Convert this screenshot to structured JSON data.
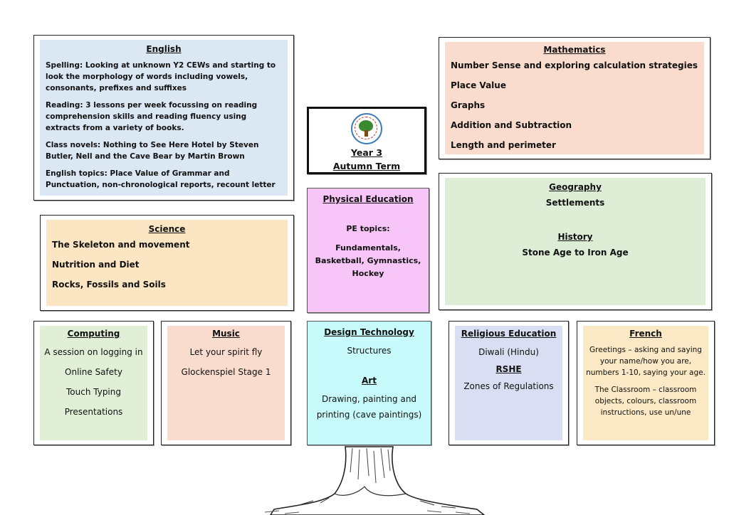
{
  "english": {
    "title": "English",
    "spelling": "Spelling: Looking at unknown Y2 CEWs and starting to look the morphology of words including vowels, consonants, prefixes and suffixes",
    "reading": "Reading: 3 lessons per week focussing on reading comprehension skills and reading fluency using extracts from a variety of books.",
    "novels": "Class novels: Nothing to See Here Hotel by Steven Butler, Nell and the Cave Bear by Martin Brown",
    "topics": "English topics: Place Value of Grammar and Punctuation, non-chronological reports, recount letter"
  },
  "center": {
    "year": "Year 3",
    "term": "Autumn Term"
  },
  "mathematics": {
    "title": "Mathematics",
    "items": [
      "Number Sense and exploring calculation strategies",
      "Place Value",
      "Graphs",
      "Addition and Subtraction",
      "Length and perimeter"
    ]
  },
  "science": {
    "title": "Science",
    "items": [
      "The Skeleton and movement",
      "Nutrition and Diet",
      "Rocks, Fossils and Soils"
    ]
  },
  "pe": {
    "title": "Physical Education",
    "label": "PE topics:",
    "topics": "Fundamentals, Basketball, Gymnastics, Hockey"
  },
  "geography": {
    "title": "Geography",
    "text": "Settlements"
  },
  "history": {
    "title": "History",
    "text": "Stone Age to Iron Age"
  },
  "computing": {
    "title": "Computing",
    "items": [
      "A session on logging in",
      "Online Safety",
      "Touch Typing",
      "Presentations"
    ]
  },
  "music": {
    "title": "Music",
    "items": [
      "Let your spirit fly",
      "Glockenspiel Stage 1"
    ]
  },
  "dt": {
    "title": "Design Technology",
    "text": "Structures"
  },
  "art": {
    "title": "Art",
    "text": "Drawing, painting and printing (cave paintings)"
  },
  "re": {
    "title": "Religious Education",
    "text": "Diwali (Hindu)"
  },
  "rshe": {
    "title": "RSHE",
    "text": "Zones of Regulations"
  },
  "french": {
    "title": "French",
    "p1": "Greetings – asking and saying your name/how you are, numbers 1-10, saying your age.",
    "p2": "The Classroom – classroom objects, colours, classroom instructions, use un/une"
  },
  "colors": {
    "english": "#dce7f4",
    "maths": "#f9dccd",
    "science": "#fbe5c3",
    "pe": "#f7c5f7",
    "geography": "#deedd6",
    "computing": "#e0efd6",
    "music": "#f9dccd",
    "dt": "#c6fafb",
    "re": "#d9def2",
    "french": "#fbe8c4"
  }
}
